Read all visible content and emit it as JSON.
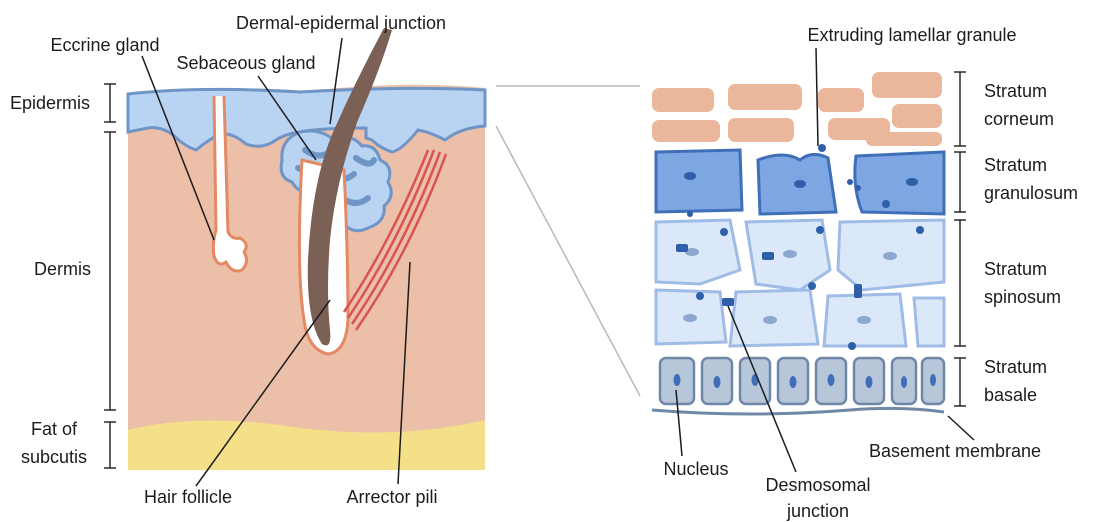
{
  "labels": {
    "eccrine_gland": "Eccrine gland",
    "dermal_epidermal_junction": "Dermal-epidermal junction",
    "sebaceous_gland": "Sebaceous gland",
    "epidermis": "Epidermis",
    "dermis": "Dermis",
    "fat_of_subcutis_1": "Fat of",
    "fat_of_subcutis_2": "subcutis",
    "hair_follicle": "Hair follicle",
    "arrector_pili": "Arrector pili",
    "extruding_lamellar_granule": "Extruding lamellar granule",
    "stratum_corneum_1": "Stratum",
    "stratum_corneum_2": "corneum",
    "stratum_granulosum_1": "Stratum",
    "stratum_granulosum_2": "granulosum",
    "stratum_spinosum_1": "Stratum",
    "stratum_spinosum_2": "spinosum",
    "stratum_basale_1": "Stratum",
    "stratum_basale_2": "basale",
    "nucleus": "Nucleus",
    "desmosomal_junction_1": "Desmosomal",
    "desmosomal_junction_2": "junction",
    "basement_membrane": "Basement membrane"
  },
  "colors": {
    "dermis": "#ebbfa8",
    "epidermis_fill": "#b9d3f3",
    "epidermis_edge": "#6f95c7",
    "fat": "#f5e08a",
    "hair": "#7a6055",
    "arrector": "#d9534f",
    "corneum": "#eab79c",
    "granulosum": "#7ea6e3",
    "spinosum": "#dbe8fa",
    "basale": "#b7c6d8",
    "desmosome": "#2f5fa8"
  }
}
